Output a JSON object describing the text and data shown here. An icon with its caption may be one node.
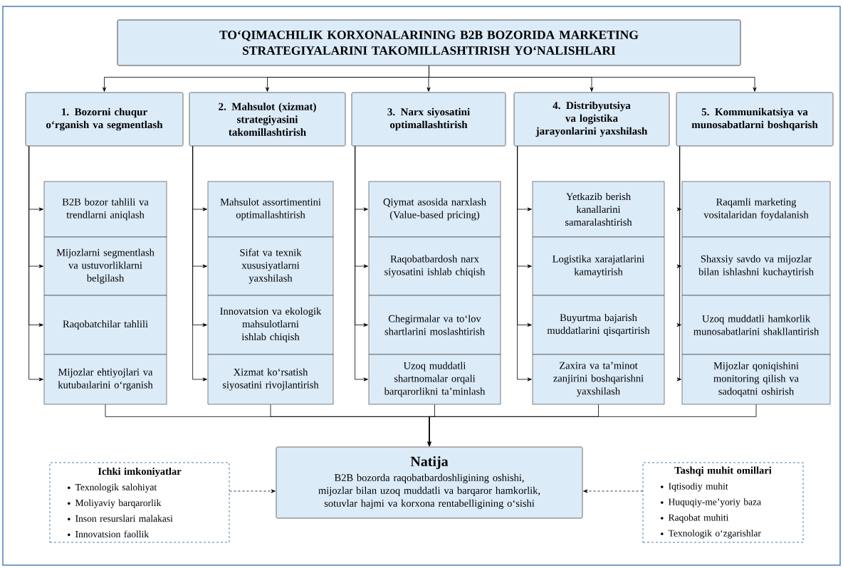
{
  "diagram": {
    "nodes": [
      {
        "text": [
          "TO‘QIMACHILIK KORXONALARINING B2B BOZORIDA MARKETING STRATEGIYALARINI TAKOMILLASHTIRISH YO‘NALISHLARI"
        ]
      },
      {
        "text": [
          "1. Bozorni chuqur o‘rganish va segmentlash"
        ]
      },
      {
        "text": [
          "2. Mahsulot (xizmat) strategiyasini takomillashtirish"
        ]
      },
      {
        "text": [
          "3. Narx siyosatini optimallashtirish"
        ]
      },
      {
        "text": [
          "4. Distribyutsiya va logistika jarayonlarini yaxshilash"
        ]
      },
      {
        "text": [
          "5. Kommunikatsiya va munosabatlarni boshqarish"
        ]
      },
      {
        "text": [
          "B2B bozor tahlili va trendlarni aniqlash"
        ]
      },
      {
        "text": [
          "Mijozlarni segmentlash va ustuvorliklarni belgilash"
        ]
      },
      {
        "text": [
          "Raqobatchilar tahlili"
        ]
      },
      {
        "text": [
          "Mijozlar ehtiyojlari va kutubaılarini o‘rganish"
        ]
      },
      {
        "text": [
          "Mahsulot assortimentini optimallashtirish"
        ]
      },
      {
        "text": [
          "Sifat va texnik xususiyatlarni yaxshilash"
        ]
      },
      {
        "text": [
          "Innovatsion va ekologik mahsulotlarni ishlab chiqish"
        ]
      },
      {
        "text": [
          "Xizmat ko‘rsatish siyosatini rivojlantirish"
        ]
      },
      {
        "text": [
          "Qiymat asosida narxlash (Value-based pricing)"
        ]
      },
      {
        "text": [
          "Raqobatbardosh narx siyosatini ishlab chiqish"
        ]
      },
      {
        "text": [
          "Chegirmalar va to‘lov shartlarini moslashtirish"
        ]
      },
      {
        "text": [
          "Uzoq muddatli shartnomalar orqali barqarorlikni ta’minlash"
        ]
      },
      {
        "text": [
          "Yetkazib berish kanallarini samaralashtirish"
        ]
      },
      {
        "text": [
          "Logistika xarajatlarini kamaytirish"
        ]
      },
      {
        "text": [
          "Buyurtma bajarish muddatlarini qisqartirish"
        ]
      },
      {
        "text": [
          "Zaxira va ta’minot zanjirini boshqarishni yaxshilash"
        ]
      },
      {
        "text": [
          "Raqamli marketing vositalaridan foydalanish"
        ]
      },
      {
        "text": [
          "Shaxsiy savdo va mijozlar bilan ishlashni kuchaytirish"
        ]
      },
      {
        "text": [
          "Uzoq muddatli hamkorlik munosabatlarini shakllantirish"
        ]
      },
      {
        "text": [
          "Mijozlar qoniqishini monitoring qilish va sadoqatni oshirish"
        ]
      },
      {
        "text": [
          "Ichki imkoniyatlar",
          "Texnologik salohiyat",
          "Moliyaviy barqarorlik",
          "Inson resurslari malakasi",
          "Innovatsion faollik"
        ]
      },
      {
        "text": [
          "Natija",
          "B2B bozorda raqobatbardoshligining oshishi, mijozlar bilan uzoq muddatli va barqaror hamkorlik, sotuvlar hajmi va korxona rentabelligining o‘sishi"
        ]
      },
      {
        "text": [
          "Tashqi muhit omillari",
          "Iqtisodiy muhit",
          "Huquqiy-me’yoriy baza",
          "Raqobat muhiti",
          "Texnologik o‘zgarishlar"
        ]
      }
    ],
    "edges": [
      {
        "from": 0,
        "to": 1,
        "arrow": "to"
      },
      {
        "from": 0,
        "to": 2,
        "arrow": "to"
      },
      {
        "from": 0,
        "to": 3,
        "arrow": "to"
      },
      {
        "from": 0,
        "to": 4,
        "arrow": "to"
      },
      {
        "from": 0,
        "to": 5,
        "arrow": "to"
      },
      {
        "from": 1,
        "to": 6,
        "arrow": "to"
      },
      {
        "from": 1,
        "to": 7,
        "arrow": "to"
      },
      {
        "from": 1,
        "to": 8,
        "arrow": "to"
      },
      {
        "from": 1,
        "to": 9,
        "arrow": "to"
      },
      {
        "from": 2,
        "to": 10,
        "arrow": "to"
      },
      {
        "from": 2,
        "to": 11,
        "arrow": "to"
      },
      {
        "from": 2,
        "to": 12,
        "arrow": "to"
      },
      {
        "from": 2,
        "to": 13,
        "arrow": "to"
      },
      {
        "from": 3,
        "to": 14,
        "arrow": "to"
      },
      {
        "from": 3,
        "to": 15,
        "arrow": "to"
      },
      {
        "from": 3,
        "to": 16,
        "arrow": "to"
      },
      {
        "from": 3,
        "to": 17,
        "arrow": "to"
      },
      {
        "from": 4,
        "to": 18,
        "arrow": "to"
      },
      {
        "from": 4,
        "to": 19,
        "arrow": "to"
      },
      {
        "from": 4,
        "to": 20,
        "arrow": "to"
      },
      {
        "from": 4,
        "to": 21,
        "arrow": "to"
      },
      {
        "from": 5,
        "to": 22,
        "arrow": "to"
      },
      {
        "from": 5,
        "to": 23,
        "arrow": "to"
      },
      {
        "from": 5,
        "to": 24,
        "arrow": "to"
      },
      {
        "from": 5,
        "to": 25,
        "arrow": "to"
      },
      {
        "from": 9,
        "to": 27,
        "arrow": "to"
      },
      {
        "from": 13,
        "to": 27,
        "arrow": "to"
      },
      {
        "from": 17,
        "to": 27,
        "arrow": "to"
      },
      {
        "from": 21,
        "to": 27,
        "arrow": "to"
      },
      {
        "from": 25,
        "to": 27,
        "arrow": "to"
      },
      {
        "from": 26,
        "to": 27,
        "arrow": "to",
        "style": "dashed"
      },
      {
        "from": 28,
        "to": 27,
        "arrow": "to",
        "style": "dashed"
      }
    ]
  }
}
